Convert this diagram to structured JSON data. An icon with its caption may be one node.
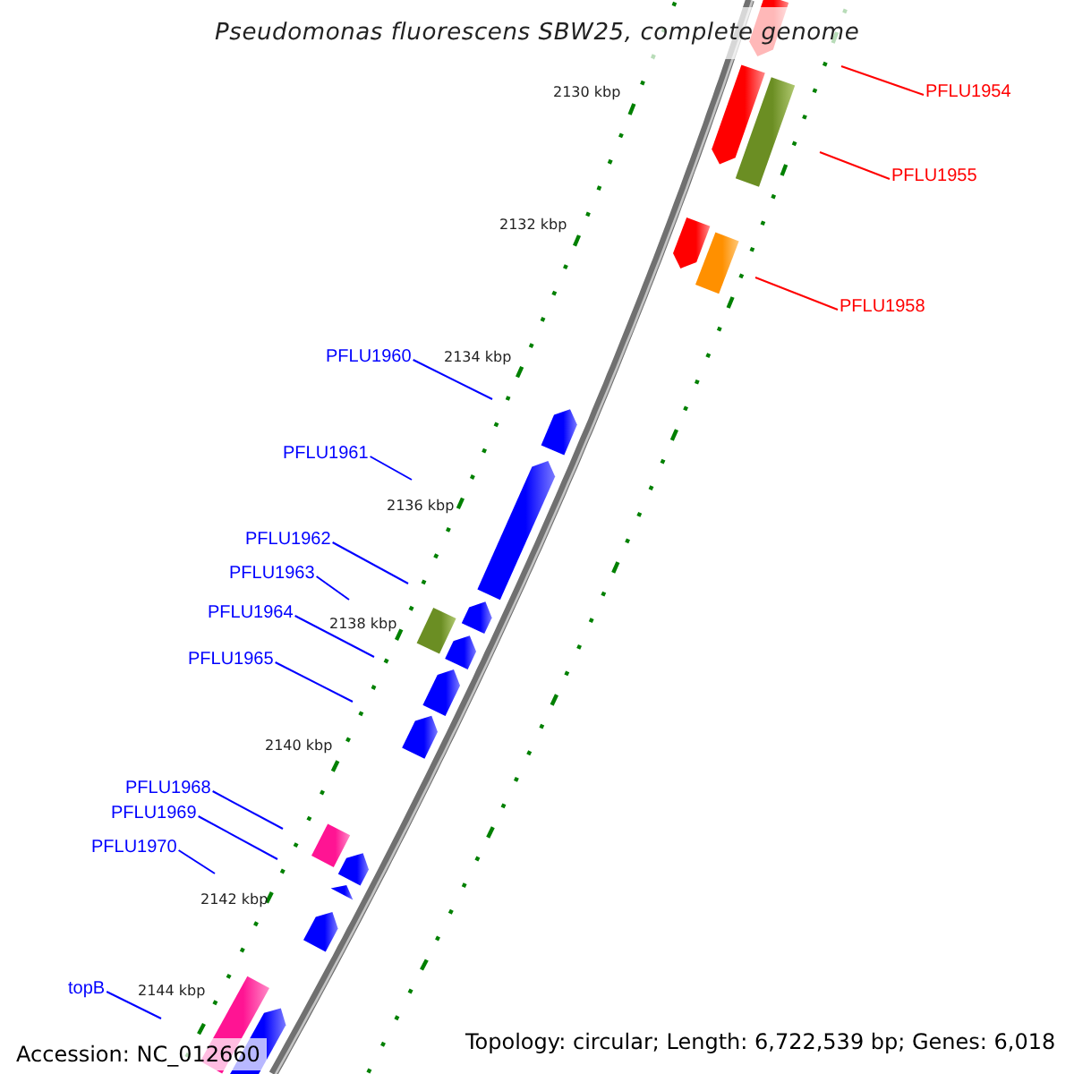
{
  "diagram": {
    "title": "Pseudomonas fluorescens SBW25, complete genome",
    "nodes": [
      {
        "text": [
          "PFLU1954"
        ]
      },
      {
        "text": [
          "PFLU1955"
        ]
      },
      {
        "text": [
          "PFLU1958"
        ]
      },
      {
        "text": [
          "PFLU1960"
        ]
      },
      {
        "text": [
          "PFLU1961"
        ]
      },
      {
        "text": [
          "PFLU1962"
        ]
      },
      {
        "text": [
          "PFLU1963"
        ]
      },
      {
        "text": [
          "PFLU1964"
        ]
      },
      {
        "text": [
          "PFLU1965"
        ]
      },
      {
        "text": [
          "PFLU1968"
        ]
      },
      {
        "text": [
          "PFLU1969"
        ]
      },
      {
        "text": [
          "PFLU1970"
        ]
      },
      {
        "text": [
          "topB"
        ]
      }
    ],
    "edges": [
      {
        "from": 0,
        "to": null,
        "arrow": "none",
        "color": "#ff0000"
      },
      {
        "from": 1,
        "to": null,
        "arrow": "none",
        "color": "#ff0000"
      },
      {
        "from": 2,
        "to": null,
        "arrow": "none",
        "color": "#ff0000"
      },
      {
        "from": 3,
        "to": null,
        "arrow": "none"
      },
      {
        "from": 4,
        "to": null,
        "arrow": "none"
      },
      {
        "from": 5,
        "to": null,
        "arrow": "none"
      },
      {
        "from": 6,
        "to": null,
        "arrow": "none"
      },
      {
        "from": 7,
        "to": null,
        "arrow": "none"
      },
      {
        "from": 8,
        "to": null,
        "arrow": "none"
      },
      {
        "from": 9,
        "to": null,
        "arrow": "none"
      },
      {
        "from": 10,
        "to": null,
        "arrow": "none"
      },
      {
        "from": 11,
        "to": null,
        "arrow": "none"
      },
      {
        "from": 12,
        "to": null,
        "arrow": "none"
      }
    ],
    "labels": [
      "2130 kbp",
      "2132 kbp",
      "2134 kbp",
      "2136 kbp",
      "2138 kbp",
      "2140 kbp",
      "2142 kbp",
      "2144 kbp",
      "Accession: NC_012660",
      "Topology: circular; Length: 6,722,539 bp; Genes: 6,018"
    ]
  }
}
